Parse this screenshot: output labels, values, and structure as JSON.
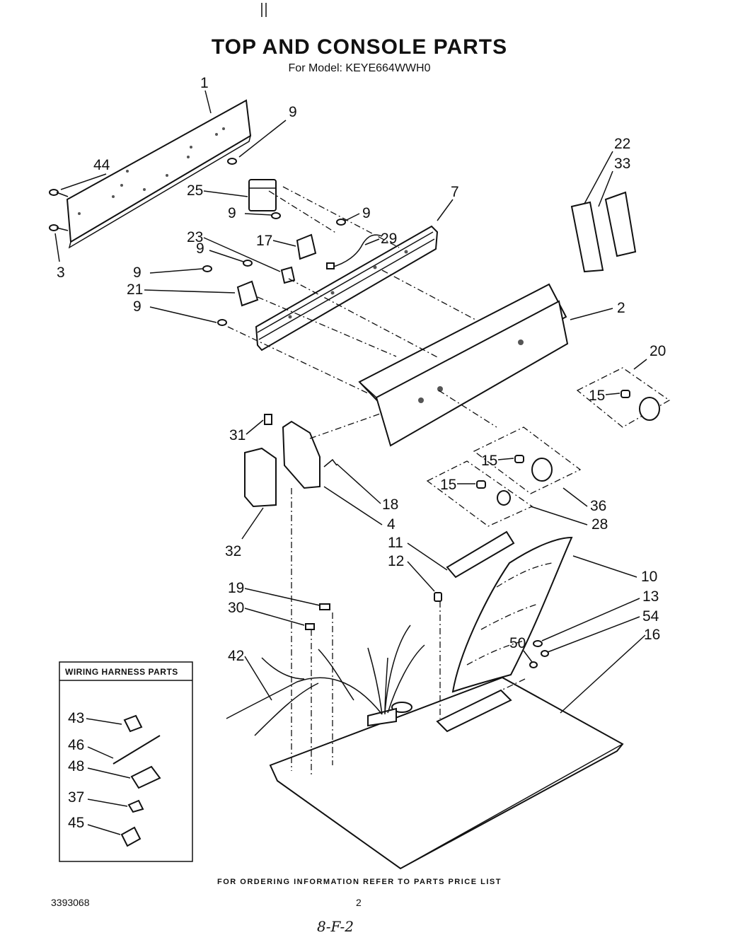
{
  "header": {
    "title": "TOP AND CONSOLE PARTS",
    "subtitle": "For Model: KEYE664WWH0"
  },
  "parts": [
    {
      "id": "p1",
      "label": "1"
    },
    {
      "id": "p2",
      "label": "2"
    },
    {
      "id": "p3",
      "label": "3"
    },
    {
      "id": "p4",
      "label": "4"
    },
    {
      "id": "p7",
      "label": "7"
    },
    {
      "id": "p9a",
      "label": "9"
    },
    {
      "id": "p9b",
      "label": "9"
    },
    {
      "id": "p9c",
      "label": "9"
    },
    {
      "id": "p9d",
      "label": "9"
    },
    {
      "id": "p9e",
      "label": "9"
    },
    {
      "id": "p9f",
      "label": "9"
    },
    {
      "id": "p10",
      "label": "10"
    },
    {
      "id": "p11",
      "label": "11"
    },
    {
      "id": "p12",
      "label": "12"
    },
    {
      "id": "p13",
      "label": "13"
    },
    {
      "id": "p15a",
      "label": "15"
    },
    {
      "id": "p15b",
      "label": "15"
    },
    {
      "id": "p15c",
      "label": "15"
    },
    {
      "id": "p16",
      "label": "16"
    },
    {
      "id": "p17",
      "label": "17"
    },
    {
      "id": "p18",
      "label": "18"
    },
    {
      "id": "p19",
      "label": "19"
    },
    {
      "id": "p20",
      "label": "20"
    },
    {
      "id": "p21",
      "label": "21"
    },
    {
      "id": "p22",
      "label": "22"
    },
    {
      "id": "p23",
      "label": "23"
    },
    {
      "id": "p25",
      "label": "25"
    },
    {
      "id": "p28",
      "label": "28"
    },
    {
      "id": "p29",
      "label": "29"
    },
    {
      "id": "p30",
      "label": "30"
    },
    {
      "id": "p31",
      "label": "31"
    },
    {
      "id": "p32",
      "label": "32"
    },
    {
      "id": "p33",
      "label": "33"
    },
    {
      "id": "p36",
      "label": "36"
    },
    {
      "id": "p42",
      "label": "42"
    },
    {
      "id": "p44",
      "label": "44"
    },
    {
      "id": "p50",
      "label": "50"
    },
    {
      "id": "p54",
      "label": "54"
    }
  ],
  "inset": {
    "title": "WIRING HARNESS PARTS",
    "parts": [
      {
        "id": "p43",
        "label": "43"
      },
      {
        "id": "p46",
        "label": "46"
      },
      {
        "id": "p48",
        "label": "48"
      },
      {
        "id": "p37",
        "label": "37"
      },
      {
        "id": "p45",
        "label": "45"
      }
    ]
  },
  "footer": {
    "ordering_note": "FOR ORDERING INFORMATION REFER TO PARTS PRICE LIST",
    "document_number": "3393068",
    "page_number": "2",
    "handwritten_note": "8-F-2"
  }
}
